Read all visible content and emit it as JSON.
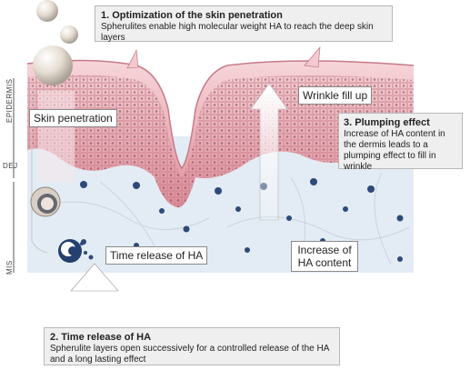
{
  "callouts": {
    "optimization": {
      "title": "1. Optimization of the skin penetration",
      "text": "Spherulites enable high molecular weight HA to reach the deep skin layers"
    },
    "plumping": {
      "title": "3. Plumping effect",
      "text": "Increase of HA content in the dermis leads to a plumping effect to fill in wrinkle"
    },
    "time_release": {
      "title": "2. Time release of HA",
      "text": "Spherulite layers open successively for a controlled release of the HA and a long lasting effect"
    }
  },
  "labels": {
    "skin_penetration": "Skin penetration",
    "wrinkle_fill_up": "Wrinkle fill up",
    "time_release_of_ha": "Time release of HA",
    "increase_of_ha": "Increase of HA content"
  },
  "side_labels": {
    "epidermis": "EPIDERMIS",
    "dej": "DEJ",
    "dermis": "MIS"
  },
  "colors": {
    "skin_surface": "#f3c9cf",
    "epidermis": "#e7a2ad",
    "dermis": "#e3ecf4",
    "ha_dot": "#2f4a78",
    "callout_bg": "#efefef"
  }
}
